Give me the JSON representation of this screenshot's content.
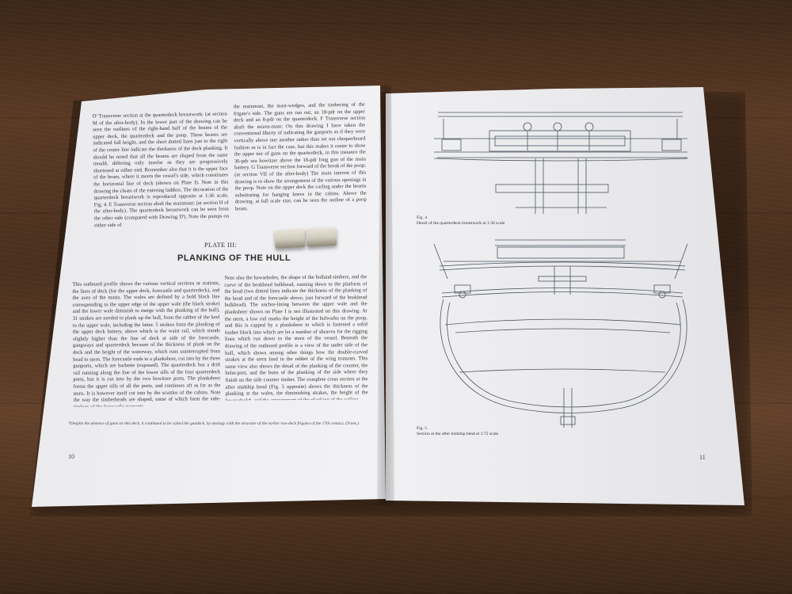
{
  "left_page": {
    "col1_top": "D' Transverse section at the quarterdeck breastwork: (at section M of the after-body). In the lower part of the drawing can be seen the outlines of the right-hand half of the beams of the upper deck, the quarterdeck and the poop. These beams are indicated full height, and the short dotted lines just to the right of the center line indicate the thickness of the deck planking. It should be noted that all the beams are shaped from the same mould, differing only insofar as they are progressively shortened at either end. Remember also that it is the upper face of the beam, where it meets the vessel's side, which constitutes the horizontal line of deck (shown on Plate I). Note in this drawing the cleats of the entering ladders. The decoration of the quarterdeck breastwork is reproduced opposite at 1:36 scale, Fig. 4. E Transverse section abaft the mainmast: (at section H of the after-body). The quarterdeck breastwork can be seen from the other side (compared with Drawing D'). Note the pumps on either side of",
    "col2_top": "the mainmast, the mast-wedges, and the timbering of the frigate's side. The guns are run out, an 18-pdr on the upper deck and an 8-pdr on the quarterdeck. F Transverse section abaft the mizen-mast: On this drawing I have taken the conventional liberty of indicating the gunports as if they were vertically above one another rather than set out chequerboard fashion as is in fact the case, but this makes it easier to show the upper tier of guns on the quarterdeck, in this instance the 36-pdr sea howitzer above the 18-pdr long gun of the main battery. G Transverse section forward of the break of the poop: (at section VII of the after-body) The main interest of this drawing is to show the arrangement of the various openings in the poop. Note on the upper deck the carling under the beams substituting for hanging knees in the cabins. Above the drawing, at full scale size, can be seen the outline of a poop beam.",
    "plate_label": "PLATE III:",
    "plate_heading": "PLANKING OF THE HULL",
    "col1_bottom": "This outboard profile shows the various vertical sections or stations, the lines of deck (for the upper deck, forecastle and quarterdeck), and the axes of the masts. The wales are defined by a bold black line corresponding to the upper edge of the upper wale (the black strake) and the lower wale diminish to merge with the planking of the hull). 31 strakes are needed to plank up the hull, from the rabbet of the keel to the upper wale, including the latter. 5 strakes form the planking of the upper deck battery, above which is the waist rail, which stands slightly higher than the line of deck at side of the forecastle, gangways and quarterdeck because of the thickness of plank on the deck and the height of the waterway, which runs uninterrupted from head to stern. The forecastle ends in a planksheer, cut into by the three gunports, which are barbette (exposed). The quarterdeck has a drift rail running along the line of the lower sills of the four quarterdeck ports, but it is cut into by the two howitzer ports. The planksheer forms the upper sills of all the ports, and continues aft as far as the stern. It is however itself cut into by the scuttles of the cabins. Note the way the timberheads are shaped, some of which form the side-timbers of the forecastle gunports.",
    "col2_bottom": "Note also the hawseholes, the shape of the bolland-timbers, and the curve of the beakhead bulkhead, running down to the platform of the head (two dotted lines indicate the thickness of the planking of the head and of the forecastle above, just forward of the beakhead bulkhead). The anchor-lining between the upper wale and the planksheer shown on Plate I is not illustrated on this drawing. At the stern, a low rail marks the height of the bulwarks on the poop, and this is capped by a planksheer to which is fastened a solid timber block into which are let a number of sheaves for the rigging lines which run down to the stern of the vessel. Beneath the drawing of the outboard profile is a view of the under side of the hull, which shows among other things how the double-curved strakes at the stern land in the rabbet of the wing transom. This same view also shows the detail of the planking of the counter, the helm-port, and the butts of the planking of the side where they finish on the side counter timber. The complete cross section at the after midship bend (Fig. 5 opposite) shows the thickness of the planking at the wales, the diminishing strakes, the height of the lower deck*, and the arrangement of the planking of the ceiling.",
    "footnote": "*Despite the absence of guns on this deck, it continued to be called the gundeck, by analogy with the structure of the earlier two-deck frigates of the 17th century. (Trans.)",
    "page_number": "10"
  },
  "right_page": {
    "fig4_caption_line1": "Fig. 4",
    "fig4_caption_line2": "Detail of the quarterdeck breastwork at 1:36 scale",
    "fig5_caption_line1": "Fig. 5",
    "fig5_caption_line2": "Section at the after midship bend at 1:72 scale",
    "page_number": "11"
  },
  "colors": {
    "paper": "#f2f2f4",
    "ink": "#2b2b2b",
    "line_art": "#4a5560",
    "wood": "#4a2f1e"
  }
}
